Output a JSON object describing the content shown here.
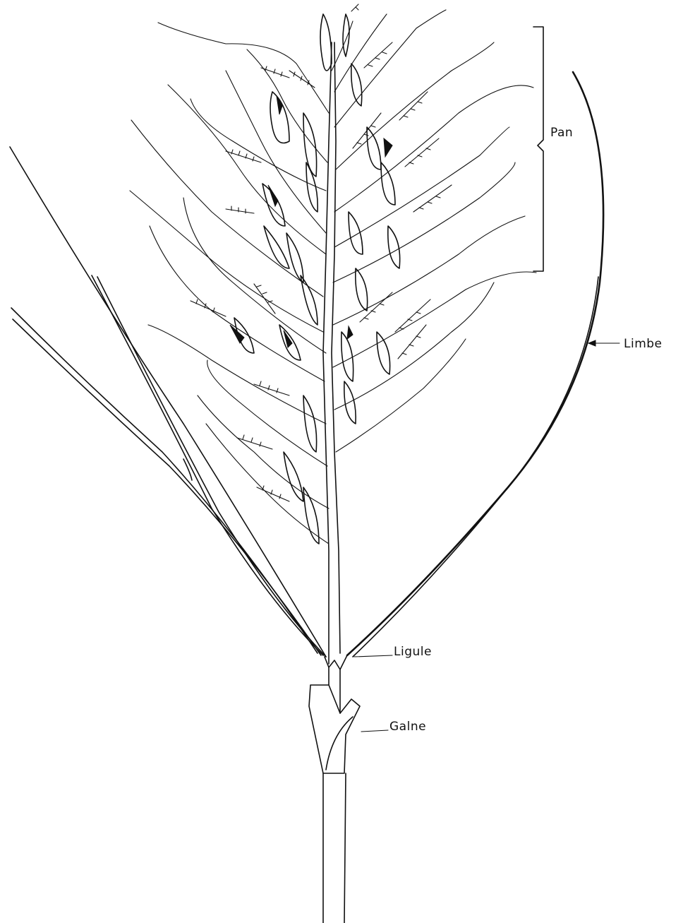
{
  "labels": {
    "panicle": "Pan",
    "leaf_blade": "Limbe",
    "ligule": "Ligule",
    "sheath": "Galne"
  }
}
